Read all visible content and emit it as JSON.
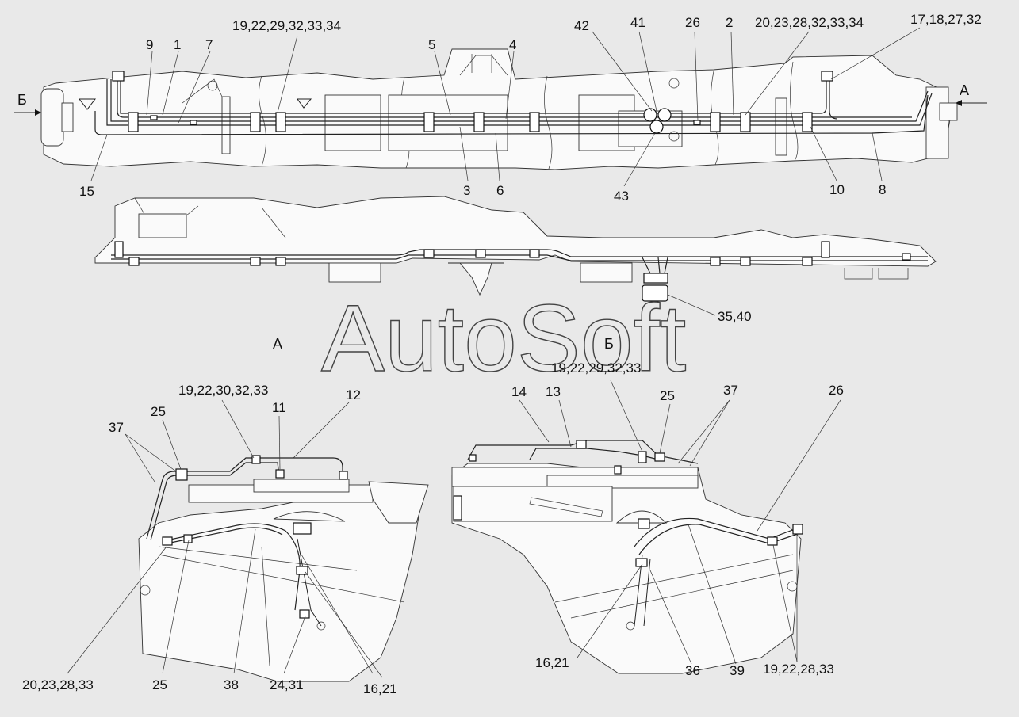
{
  "watermark": "AutoSoft",
  "views": {
    "b_arrow": "Б",
    "a_arrow": "А",
    "view_a": "А",
    "view_b": "Б"
  },
  "callouts": {
    "top": [
      "9",
      "1",
      "7",
      "19,22,29,32,33,34",
      "5",
      "4",
      "42",
      "41",
      "26",
      "2",
      "20,23,28,32,33,34",
      "17,18,27,32",
      "15",
      "3",
      "6",
      "43",
      "10",
      "8"
    ],
    "middle": [
      "35,40"
    ],
    "view_a": [
      "19,22,30,32,33",
      "11",
      "12",
      "25",
      "37",
      "20,23,28,33",
      "25",
      "38",
      "24,31",
      "16,21"
    ],
    "view_b": [
      "19,22,29,32,33",
      "14",
      "13",
      "25",
      "37",
      "26",
      "16,21",
      "36",
      "39",
      "19,22,28,33"
    ]
  }
}
